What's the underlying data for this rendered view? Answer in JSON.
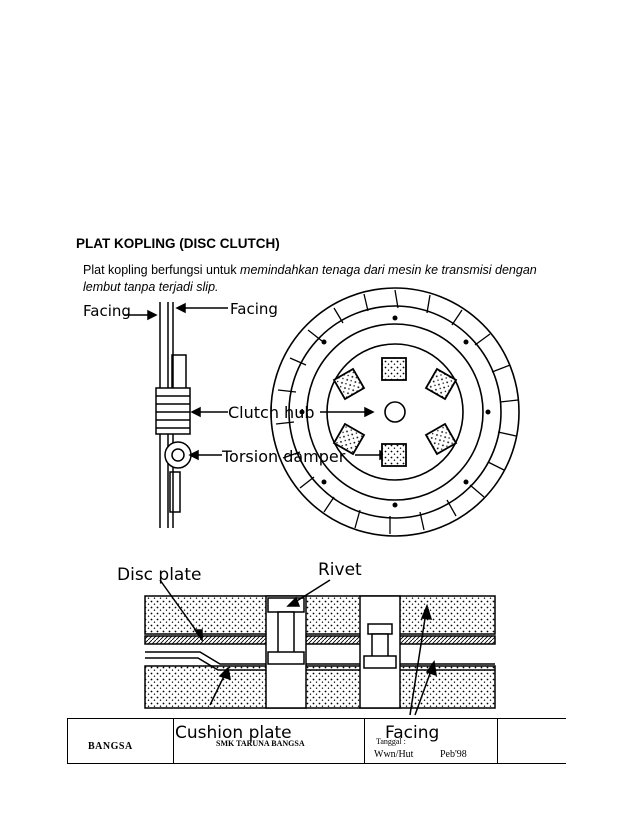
{
  "section": {
    "title": "PLAT KOPLING (DISC CLUTCH)",
    "para_normal": "Plat kopling berfungsi untuk ",
    "para_italic": "memindahkan tenaga dari mesin ke transmisi dengan lembut tanpa terjadi slip."
  },
  "figure_top": {
    "labels": {
      "facing_left": "Facing",
      "facing_right": "Facing",
      "clutch_hub": "Clutch hub",
      "torsion_damper": "Torsion damper"
    }
  },
  "figure_bottom": {
    "labels": {
      "disc_plate": "Disc plate",
      "rivet": "Rivet",
      "cushion_plate": "Cushion plate",
      "facing": "Facing"
    }
  },
  "footer": {
    "school_left": "BANGSA",
    "school_center": "SMK TARUNA BANGSA",
    "meta_label": "Tanggal :",
    "author": "Wwn/Hut",
    "date": "Peb'98"
  }
}
